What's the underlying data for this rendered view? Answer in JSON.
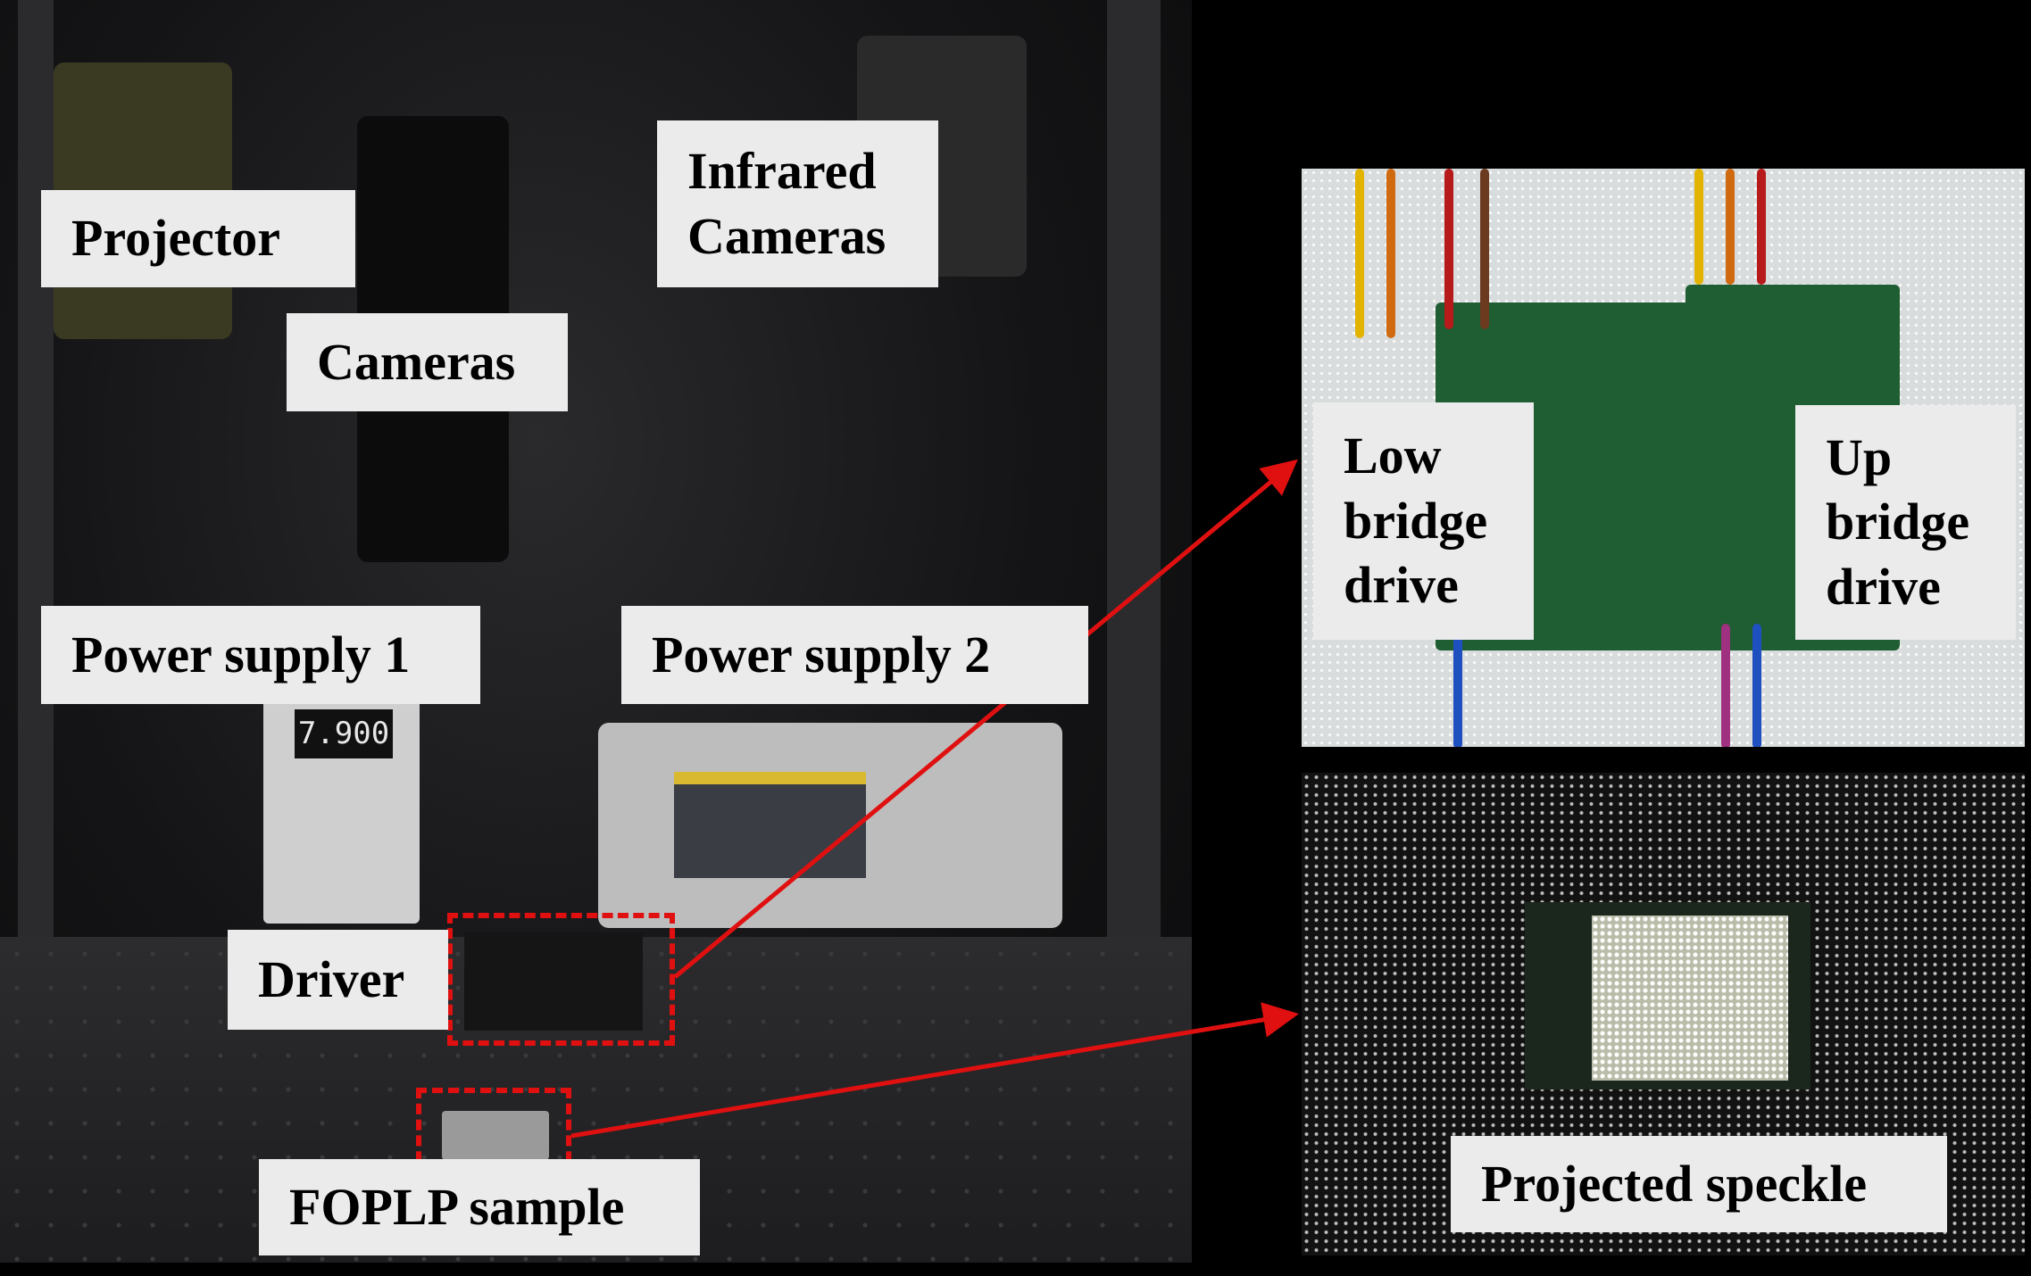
{
  "labels": {
    "projector": "Projector",
    "cameras": "Cameras",
    "infrared_cameras_line1": "Infrared",
    "infrared_cameras_line2": "Cameras",
    "power_supply_1": "Power supply 1",
    "power_supply_2": "Power supply 2",
    "driver": "Driver",
    "foplp_sample": "FOPLP sample",
    "low_bridge_line1": "Low",
    "low_bridge_line2": "bridge",
    "low_bridge_line3": "drive",
    "up_bridge_line1": "Up",
    "up_bridge_line2": "bridge",
    "up_bridge_line3": "drive",
    "projected_speckle": "Projected speckle"
  },
  "psu1_display": "7.900",
  "colors": {
    "highlight": "#e01010",
    "label_bg": "#ebebeb"
  }
}
